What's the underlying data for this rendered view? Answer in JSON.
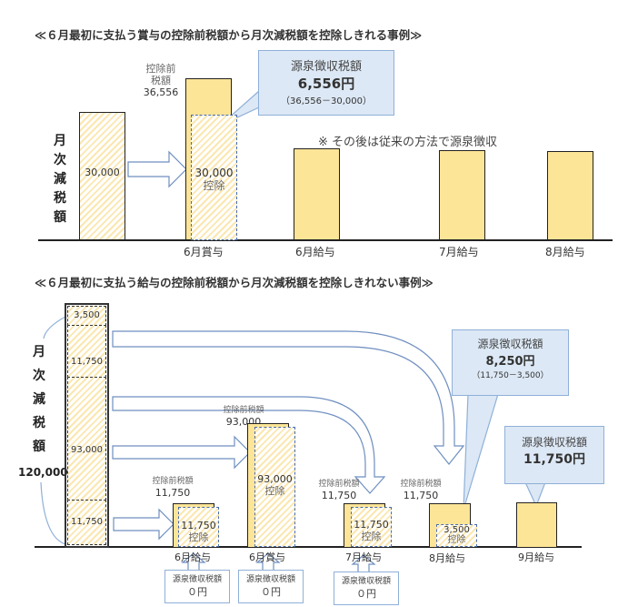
{
  "top": {
    "title": "≪６月最初に支払う賞与の控除前税額から月次減税額を控除しきれる事例≫",
    "axis_label": [
      "月",
      "次",
      "減",
      "税",
      "額"
    ],
    "monthly_reduction": "30,000",
    "pre_tax_label": [
      "控除前",
      "税額"
    ],
    "pre_tax_value": "36,556",
    "deduct_value": "30,000",
    "deduct_label": "控除",
    "callout": {
      "title": "源泉徴収税額",
      "amount": "6,556円",
      "formula": "（36,556－30,000）"
    },
    "note": "※ その後は従来の方法で源泉徴収",
    "x_labels": [
      "6月賞与",
      "6月給与",
      "7月給与",
      "8月給与"
    ]
  },
  "bottom": {
    "title": "≪６月最初に支払う給与の控除前税額から月次減税額を控除しきれない事例≫",
    "axis_label": [
      "月",
      "次",
      "減",
      "税",
      "額"
    ],
    "total": "120,000",
    "segments": [
      "3,500",
      "11,750",
      "93,000",
      "11,750"
    ],
    "pre_tax_label": "控除前税額",
    "bars": [
      {
        "x_label": "6月給与",
        "pre_tax": "11,750",
        "deduct": "11,750",
        "deduct_label": "控除"
      },
      {
        "x_label": "6月賞与",
        "pre_tax": "93,000",
        "deduct": "93,000",
        "deduct_label": "控除"
      },
      {
        "x_label": "7月給与",
        "pre_tax": "11,750",
        "deduct": "11,750",
        "deduct_label": "控除"
      },
      {
        "x_label": "8月給与",
        "pre_tax": "11,750",
        "deduct": "3,500",
        "deduct_label": "控除"
      },
      {
        "x_label": "9月給与"
      }
    ],
    "zero_box": {
      "title": "源泉徴収税額",
      "amount": "０円"
    },
    "callout_aug": {
      "title": "源泉徴収税額",
      "amount": "8,250円",
      "formula": "（11,750－3,500）"
    },
    "callout_sep": {
      "title": "源泉徴収税額",
      "amount": "11,750円"
    }
  }
}
